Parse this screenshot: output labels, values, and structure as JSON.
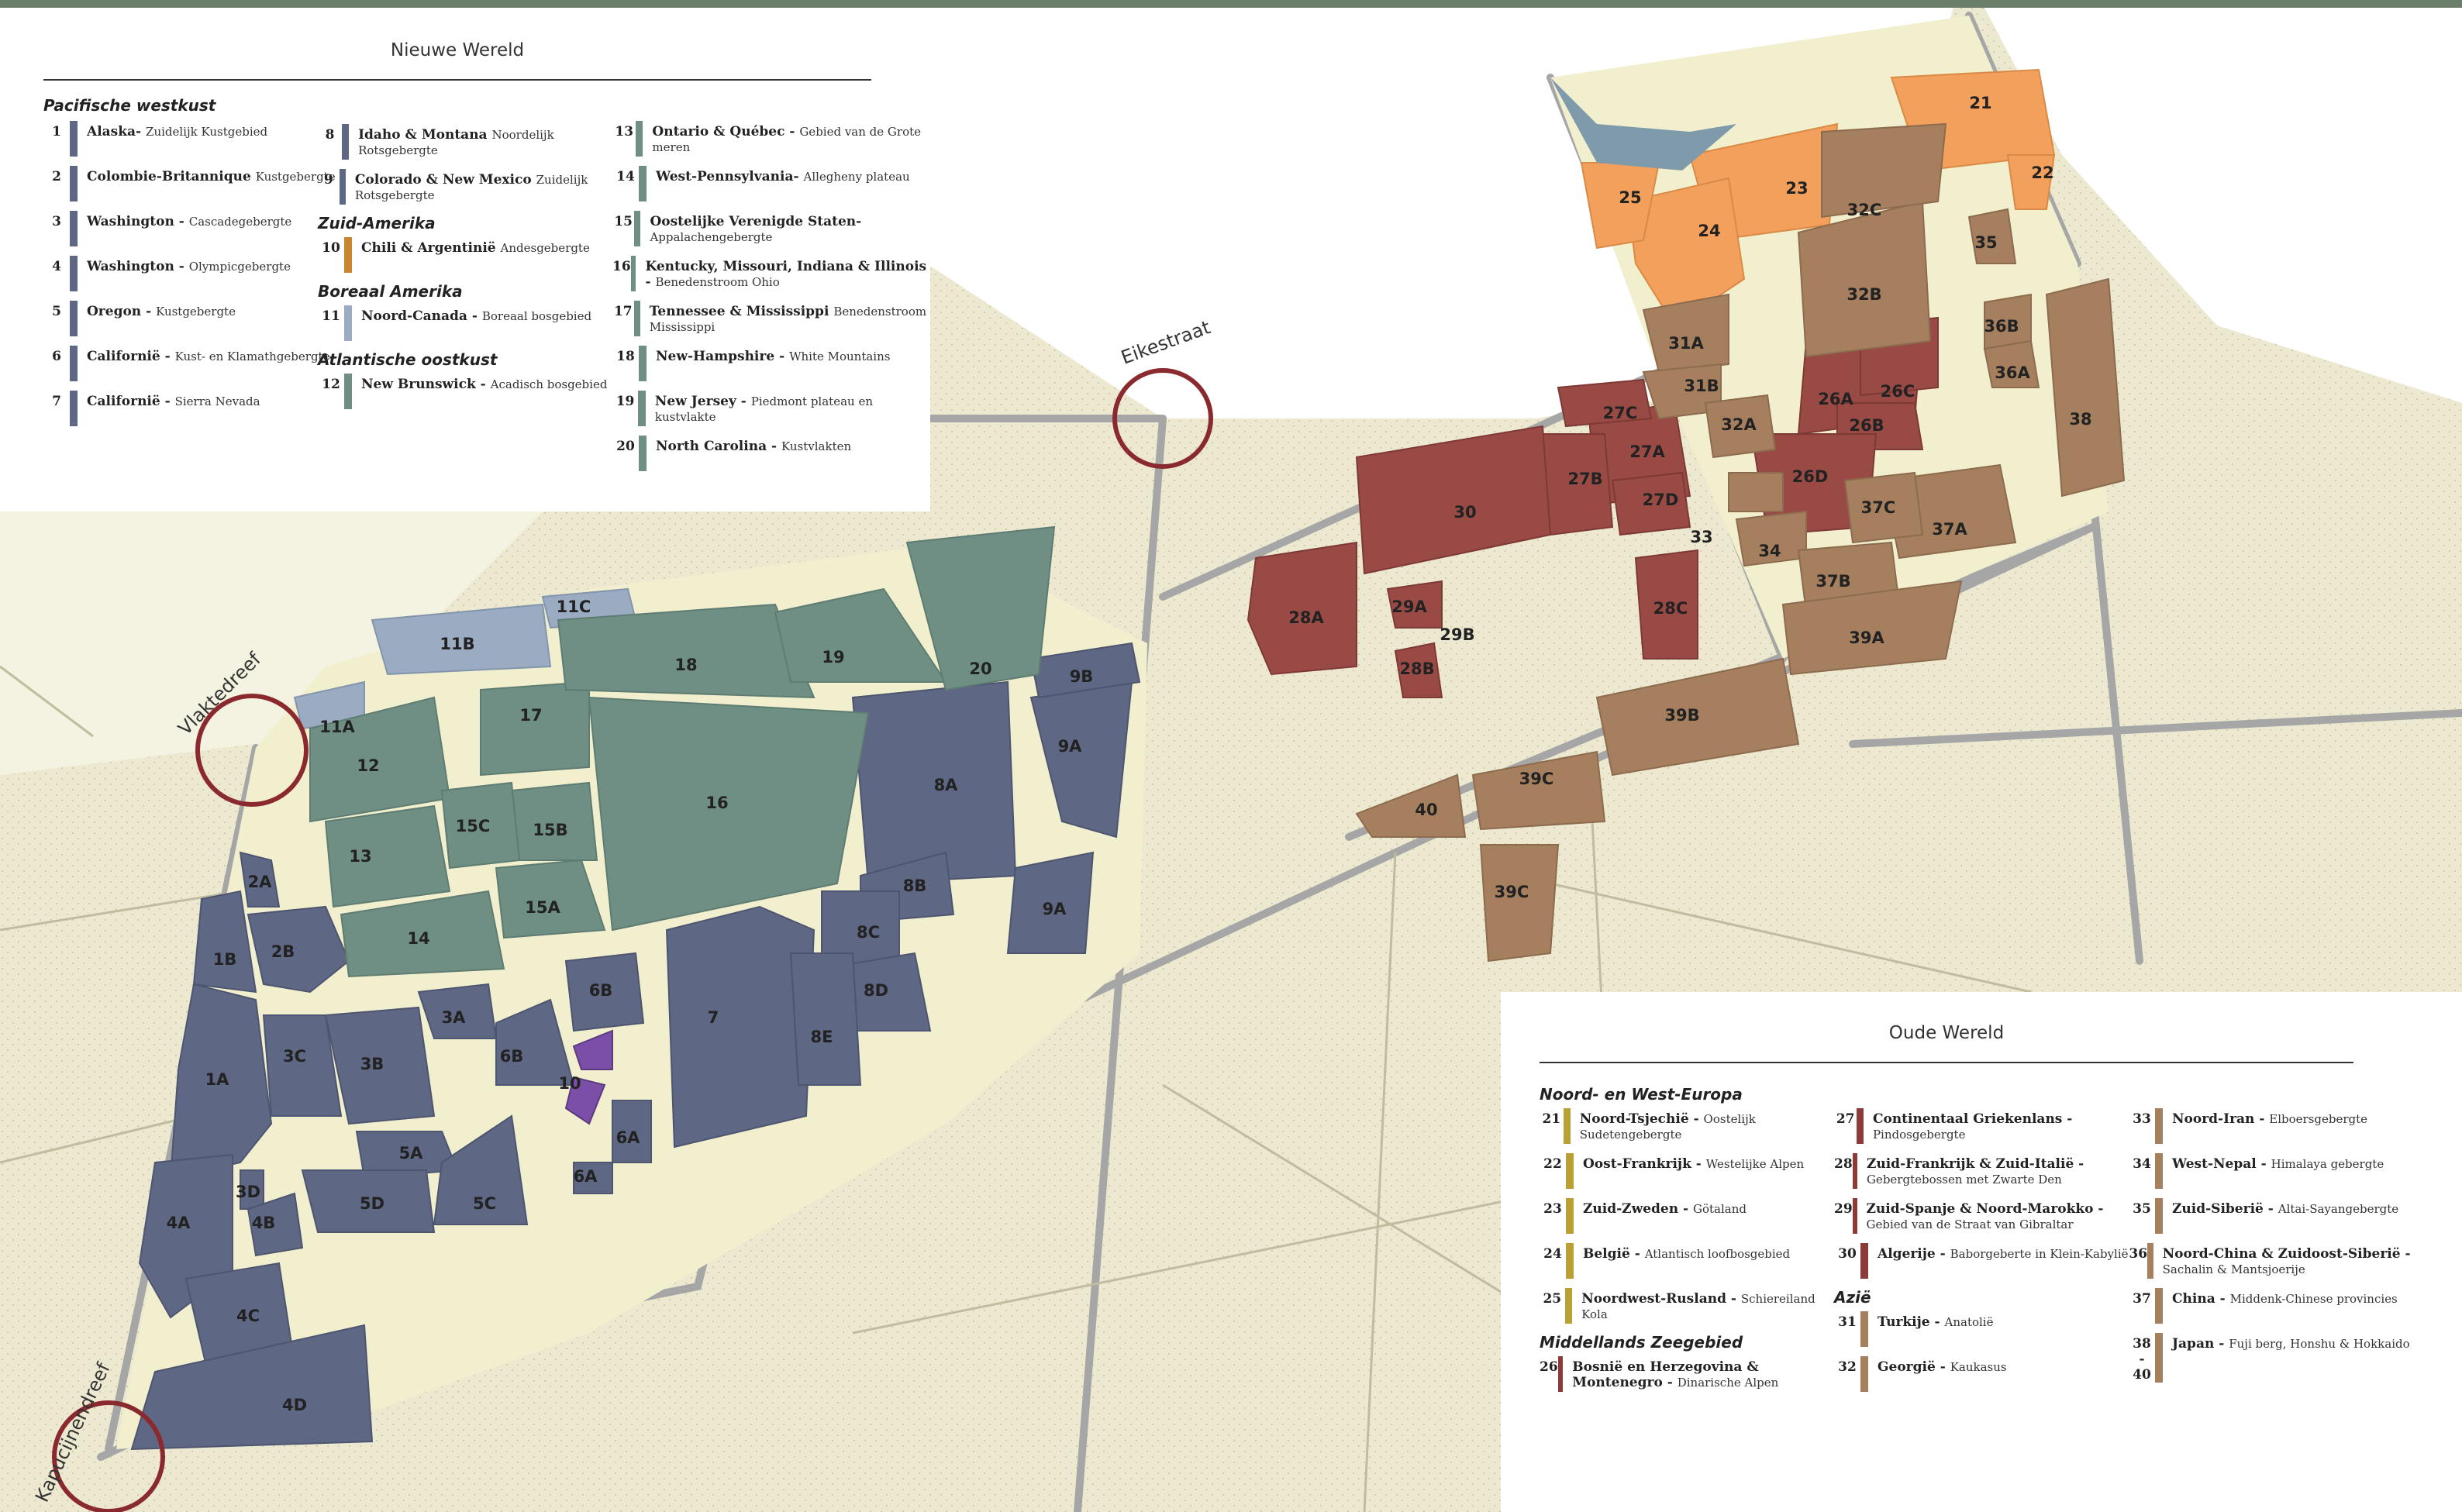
{
  "streets": {
    "eikestraat": "Eikestraat",
    "vlaktedreef": "Vlaktedreef",
    "kapucijnendreef": "Kapucijnendreef"
  },
  "colors": {
    "background": "#ece9d0",
    "path": "#f1efcd",
    "road": "#a6a6a6",
    "pacific": "#5e6783",
    "andes": "#c9852f",
    "boreal": "#9aabc2",
    "atlantic": "#6f8f84",
    "northwest_europe": "#b8a035",
    "mediterranean": "#8c3a3a",
    "asia": "#a57f5e",
    "orange": "#f2a05c",
    "roundabout": "#8b2a2e"
  },
  "parcel_labels": {
    "p1A": "1A",
    "p1B": "1B",
    "p2A": "2A",
    "p2B": "2B",
    "p3A": "3A",
    "p3B": "3B",
    "p3C": "3C",
    "p3D": "3D",
    "p4A": "4A",
    "p4B": "4B",
    "p4C": "4C",
    "p4D": "4D",
    "p5A": "5A",
    "p5C": "5C",
    "p5D": "5D",
    "p6A1": "6A",
    "p6A2": "6A",
    "p6B1": "6B",
    "p6B2": "6B",
    "p7": "7",
    "p8A": "8A",
    "p8B": "8B",
    "p8C": "8C",
    "p8D": "8D",
    "p8E": "8E",
    "p9A1": "9A",
    "p9A2": "9A",
    "p9B": "9B",
    "p10": "10",
    "p11A": "11A",
    "p11B": "11B",
    "p11C": "11C",
    "p12": "12",
    "p13": "13",
    "p14": "14",
    "p15A": "15A",
    "p15B": "15B",
    "p15C": "15C",
    "p16": "16",
    "p17": "17",
    "p18": "18",
    "p19": "19",
    "p20": "20",
    "p21": "21",
    "p22": "22",
    "p23": "23",
    "p24": "24",
    "p25": "25",
    "p26A": "26A",
    "p26B": "26B",
    "p26C": "26C",
    "p26D": "26D",
    "p27A": "27A",
    "p27B": "27B",
    "p27C": "27C",
    "p27D": "27D",
    "p28A": "28A",
    "p28B": "28B",
    "p28C": "28C",
    "p29A": "29A",
    "p29B": "29B",
    "p30": "30",
    "p31A": "31A",
    "p31B": "31B",
    "p32A": "32A",
    "p32B": "32B",
    "p32C": "32C",
    "p33": "33",
    "p34": "34",
    "p35": "35",
    "p36A": "36A",
    "p36B": "36B",
    "p37A": "37A",
    "p37B": "37B",
    "p37C": "37C",
    "p38": "38",
    "p39A": "39A",
    "p39B": "39B",
    "p39C1": "39C",
    "p39C2": "39C",
    "p40": "40"
  },
  "legend_new": {
    "title": "Nieuwe Wereld",
    "col1_head": "Pacifische westkust",
    "col1": [
      {
        "num": "1",
        "name": "Alaska-",
        "sub": "Zuidelijk Kustgebied",
        "color": "#5e6783"
      },
      {
        "num": "2",
        "name": "Colombie-Britannique",
        "sub": "Kustgebergte",
        "color": "#5e6783"
      },
      {
        "num": "3",
        "name": "Washington -",
        "sub": "Cascadegebergte",
        "color": "#5e6783"
      },
      {
        "num": "4",
        "name": "Washington -",
        "sub": "Olympicgebergte",
        "color": "#5e6783"
      },
      {
        "num": "5",
        "name": "Oregon -",
        "sub": "Kustgebergte",
        "color": "#5e6783"
      },
      {
        "num": "6",
        "name": "Californië -",
        "sub": "Kust- en Klamathgebergte",
        "color": "#5e6783"
      },
      {
        "num": "7",
        "name": "Californië -",
        "sub": "Sierra Nevada",
        "color": "#5e6783"
      }
    ],
    "col2": [
      {
        "num": "8",
        "name": "Idaho & Montana",
        "sub": "Noordelijk Rotsgebergte",
        "color": "#5e6783"
      },
      {
        "num": "9",
        "name": "Colorado & New Mexico",
        "sub": "Zuidelijk Rotsgebergte",
        "color": "#5e6783"
      }
    ],
    "zuid_head": "Zuid-Amerika",
    "zuid": [
      {
        "num": "10",
        "name": "Chili & Argentinië",
        "sub": "Andesgebergte",
        "color": "#c9852f"
      }
    ],
    "boreaal_head": "Boreaal Amerika",
    "boreaal": [
      {
        "num": "11",
        "name": "Noord-Canada -",
        "sub": "Boreaal bosgebied",
        "color": "#9aabc2"
      }
    ],
    "atl_head": "Atlantische oostkust",
    "atl": [
      {
        "num": "12",
        "name": "New Brunswick -",
        "sub": "Acadisch bosgebied",
        "color": "#6f8f84"
      }
    ],
    "col3": [
      {
        "num": "13",
        "name": "Ontario & Québec -",
        "sub": "Gebied van de Grote meren",
        "color": "#6f8f84"
      },
      {
        "num": "14",
        "name": "West-Pennsylvania-",
        "sub": "Allegheny plateau",
        "color": "#6f8f84"
      },
      {
        "num": "15",
        "name": "Oostelijke Verenigde Staten-",
        "sub": "Appalachengebergte",
        "color": "#6f8f84"
      },
      {
        "num": "16",
        "name": "Kentucky, Missouri, Indiana & Illinois -",
        "sub": "Benedenstroom Ohio",
        "color": "#6f8f84"
      },
      {
        "num": "17",
        "name": "Tennessee & Mississippi",
        "sub": "Benedenstroom Mississippi",
        "color": "#6f8f84"
      },
      {
        "num": "18",
        "name": "New-Hampshire -",
        "sub": "White Mountains",
        "color": "#6f8f84"
      },
      {
        "num": "19",
        "name": "New Jersey -",
        "sub": "Piedmont plateau en kustvlakte",
        "color": "#6f8f84"
      },
      {
        "num": "20",
        "name": "North Carolina -",
        "sub": "Kustvlakten",
        "color": "#6f8f84"
      }
    ]
  },
  "legend_old": {
    "title": "Oude Wereld",
    "nw_head": "Noord- en West-Europa",
    "nw": [
      {
        "num": "21",
        "name": "Noord-Tsjechië -",
        "sub": "Oostelijk Sudetengebergte",
        "color": "#b8a035"
      },
      {
        "num": "22",
        "name": "Oost-Frankrijk -",
        "sub": "Westelijke Alpen",
        "color": "#b8a035"
      },
      {
        "num": "23",
        "name": "Zuid-Zweden -",
        "sub": "Götaland",
        "color": "#b8a035"
      },
      {
        "num": "24",
        "name": "België -",
        "sub": "Atlantisch loofbosgebied",
        "color": "#b8a035"
      },
      {
        "num": "25",
        "name": "Noordwest-Rusland -",
        "sub": "Schiereiland Kola",
        "color": "#b8a035"
      }
    ],
    "med_head": "Middellands Zeegebied",
    "med": [
      {
        "num": "26",
        "name": "Bosnië en Herzegovina & Montenegro -",
        "sub": "Dinarische Alpen",
        "color": "#8c3a3a"
      }
    ],
    "col2": [
      {
        "num": "27",
        "name": "Continentaal Griekenlans -",
        "sub": "Pindosgebergte",
        "color": "#8c3a3a"
      },
      {
        "num": "28",
        "name": "Zuid-Frankrijk & Zuid-Italië -",
        "sub": "Gebergtebossen met Zwarte Den",
        "color": "#8c3a3a"
      },
      {
        "num": "29",
        "name": "Zuid-Spanje & Noord-Marokko -",
        "sub": "Gebied van de Straat van Gibraltar",
        "color": "#8c3a3a"
      },
      {
        "num": "30",
        "name": "Algerije -",
        "sub": "Baborgeberte in Klein-Kabylië",
        "color": "#8c3a3a"
      }
    ],
    "azie_head": "Azië",
    "azie": [
      {
        "num": "31",
        "name": "Turkije -",
        "sub": "Anatolië",
        "color": "#a57f5e"
      },
      {
        "num": "32",
        "name": "Georgië -",
        "sub": "Kaukasus",
        "color": "#a57f5e"
      }
    ],
    "col3": [
      {
        "num": "33",
        "name": "Noord-Iran -",
        "sub": "Elboersgebergte",
        "color": "#a57f5e"
      },
      {
        "num": "34",
        "name": "West-Nepal -",
        "sub": "Himalaya gebergte",
        "color": "#a57f5e"
      },
      {
        "num": "35",
        "name": "Zuid-Siberië -",
        "sub": "Altai-Sayangebergte",
        "color": "#a57f5e"
      },
      {
        "num": "36",
        "name": "Noord-China & Zuidoost-Siberië -",
        "sub": "Sachalin & Mantsjoerije",
        "color": "#a57f5e"
      },
      {
        "num": "37",
        "name": "China -",
        "sub": "Middenk-Chinese provincies",
        "color": "#a57f5e"
      },
      {
        "num": "38 - 40",
        "name": "Japan -",
        "sub": "Fuji berg, Honshu & Hokkaido",
        "color": "#a57f5e"
      }
    ]
  }
}
